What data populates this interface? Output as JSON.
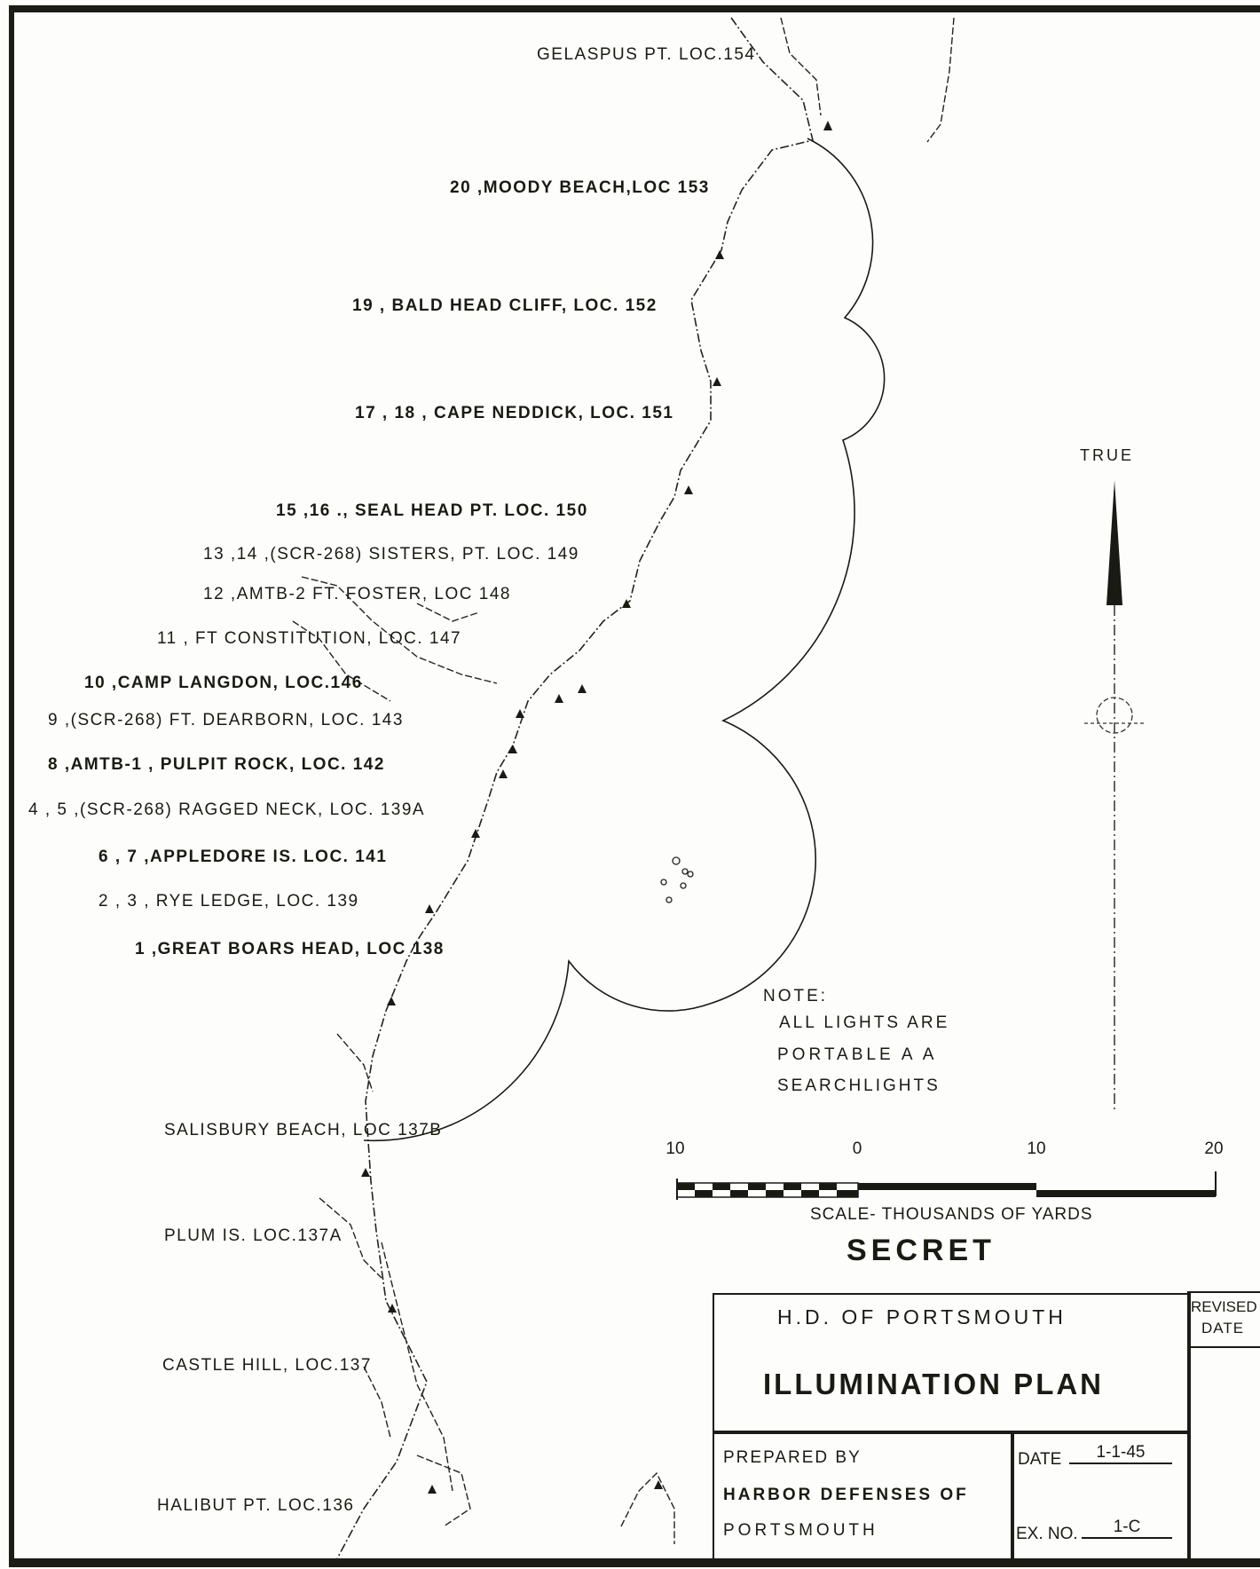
{
  "map": {
    "labels": [
      "GELASPUS PT. LOC.154",
      "20 ,MOODY BEACH,LOC 153",
      "19 , BALD HEAD CLIFF, LOC. 152",
      "17 , 18 , CAPE NEDDICK, LOC. 151",
      "15 ,16 ., SEAL HEAD PT. LOC. 150",
      "13 ,14 ,(SCR-268) SISTERS, PT. LOC. 149",
      "12 ,AMTB-2 FT. FOSTER, LOC 148",
      "11 , FT CONSTITUTION, LOC. 147",
      "10 ,CAMP LANGDON, LOC.146",
      "9 ,(SCR-268) FT. DEARBORN, LOC. 143",
      "8 ,AMTB-1 , PULPIT ROCK, LOC. 142",
      "4 , 5 ,(SCR-268) RAGGED NECK, LOC. 139A",
      "6 , 7 ,APPLEDORE IS. LOC. 141",
      "2 , 3 , RYE LEDGE, LOC. 139",
      "1 ,GREAT BOARS HEAD, LOC 138",
      "SALISBURY BEACH, LOC 137B",
      "PLUM IS. LOC.137A",
      "CASTLE HILL, LOC.137",
      "HALIBUT PT. LOC.136"
    ],
    "note": [
      "NOTE:",
      "ALL LIGHTS ARE",
      "PORTABLE A A",
      "SEARCHLIGHTS"
    ],
    "north_label": "TRUE"
  },
  "scale": {
    "ticks": [
      "10",
      "0",
      "10",
      "20"
    ],
    "label": "SCALE- THOUSANDS OF YARDS"
  },
  "classification": "SECRET",
  "title_block": {
    "org": "H.D.  OF  PORTSMOUTH",
    "title": "ILLUMINATION  PLAN",
    "prepared_by_label": "PREPARED BY",
    "prepared_by_1": "HARBOR DEFENSES OF",
    "prepared_by_2": "PORTSMOUTH",
    "date_label": "DATE",
    "date_value": "1-1-45",
    "ex_no_label": "EX. NO.",
    "ex_no_value": "1-C",
    "revised_label": "REVISED",
    "revised_date_label": "DATE"
  }
}
